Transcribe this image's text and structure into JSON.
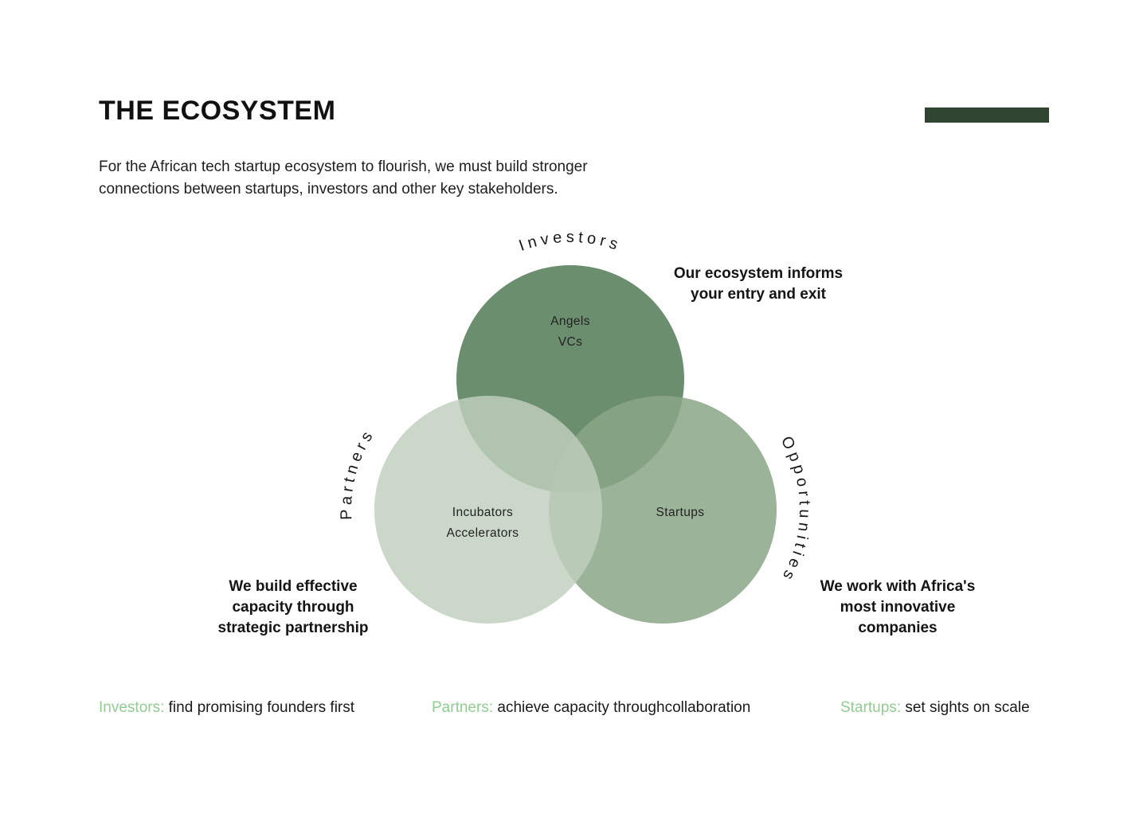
{
  "header": {
    "title": "THE ECOSYSTEM",
    "subtitle": "For the African tech startup ecosystem to flourish, we must build stronger\nconnections between startups, investors and other key stakeholders.",
    "accent_bar_color": "#2f4532"
  },
  "venn": {
    "investors": {
      "label": "Investors",
      "color": "#6a8e6e",
      "items": {
        "line1": "Angels",
        "line2": "VCs"
      },
      "caption": "Our ecosystem informs\nyour entry and exit"
    },
    "partners": {
      "label": "Partners",
      "color": "#cdd9ca",
      "items": {
        "line1": "Incubators",
        "line2": "Accelerators"
      },
      "caption": "We build effective\ncapacity through\nstrategic partnership"
    },
    "opportunities": {
      "label": "Opportunities",
      "color": "#9cb49a",
      "items": {
        "line1": "Startups"
      },
      "caption": "We work with Africa's\nmost innovative\ncompanies"
    }
  },
  "footer": {
    "accent_color": "#90cd90",
    "items": [
      {
        "label": "Investors:",
        "text": "find promising founders first"
      },
      {
        "label": "Partners:",
        "text": "achieve capacity throughcollaboration"
      },
      {
        "label": "Startups:",
        "text": "set sights on scale"
      }
    ]
  }
}
